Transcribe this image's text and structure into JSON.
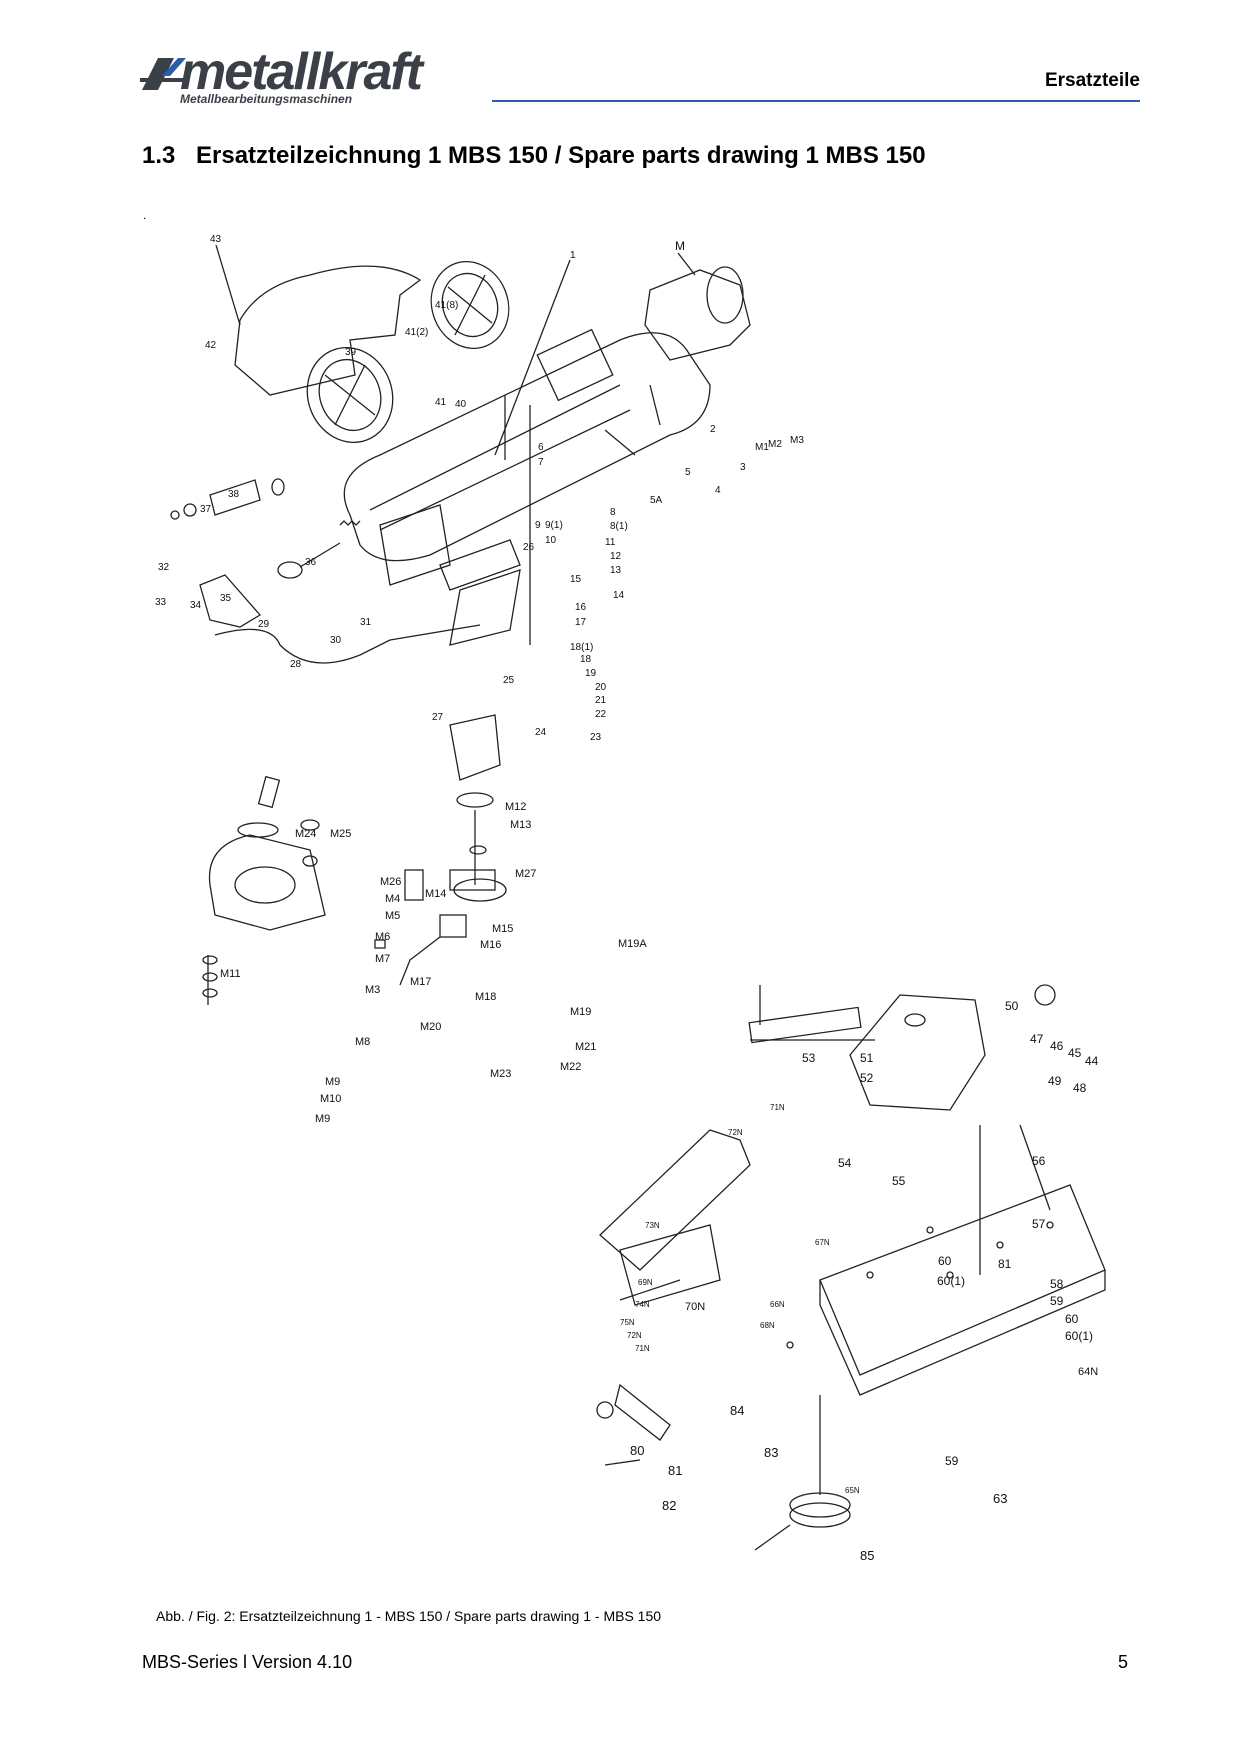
{
  "header": {
    "brand": "metallkraft",
    "brand_sub": "Metallbearbeitungsmaschinen",
    "section": "Ersatzteile"
  },
  "heading": {
    "number": "1.3",
    "title": "Ersatzteilzeichnung 1 MBS 150 / Spare parts drawing 1 MBS 150"
  },
  "dot": ".",
  "drawing": {
    "labels": [
      "43",
      "42",
      "41(8)",
      "41(2)",
      "39",
      "41",
      "40",
      "1",
      "M",
      "M1",
      "M2",
      "M3",
      "2",
      "3",
      "4",
      "5",
      "5A",
      "6",
      "7",
      "8",
      "8(1)",
      "9",
      "9(1)",
      "10",
      "11",
      "12",
      "13",
      "14",
      "15",
      "16",
      "17",
      "18(1)",
      "18",
      "19",
      "20",
      "21",
      "22",
      "23",
      "24",
      "25",
      "26",
      "27",
      "28",
      "29",
      "30",
      "31",
      "32",
      "33",
      "34",
      "35",
      "36",
      "37",
      "38",
      "M12",
      "M13",
      "M27",
      "M24",
      "M25",
      "M26",
      "M4",
      "M5",
      "M6",
      "M7",
      "M3",
      "M11",
      "M8",
      "M9",
      "M10",
      "M9",
      "M14",
      "M15",
      "M16",
      "M17",
      "M18",
      "M19",
      "M19A",
      "M20",
      "M21",
      "M22",
      "M23",
      "50",
      "47",
      "46",
      "45",
      "44",
      "49",
      "48",
      "53",
      "51",
      "52",
      "54",
      "55",
      "56",
      "57",
      "81",
      "60",
      "60(1)",
      "58",
      "59",
      "60",
      "60(1)",
      "71N",
      "72N",
      "73N",
      "69N",
      "70N",
      "74N",
      "75N",
      "72N",
      "71N",
      "68N",
      "67N",
      "66N",
      "64N",
      "84",
      "80",
      "81",
      "82",
      "83",
      "65N",
      "59",
      "63",
      "85"
    ]
  },
  "caption": "Abb. / Fig. 2: Ersatzteilzeichnung 1 - MBS 150 / Spare parts drawing 1 - MBS 150",
  "footer": {
    "series": "MBS-Series l Version 4.10",
    "page": "5"
  }
}
